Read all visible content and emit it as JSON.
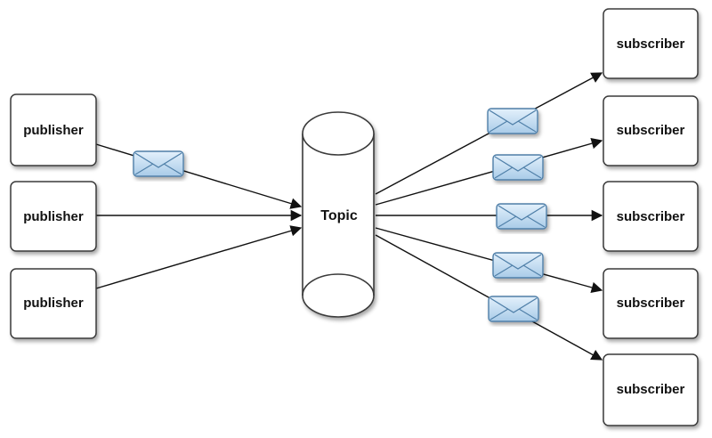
{
  "diagram": {
    "publishers": [
      {
        "label": "publisher"
      },
      {
        "label": "publisher"
      },
      {
        "label": "publisher"
      }
    ],
    "topic": {
      "label": "Topic"
    },
    "subscribers": [
      {
        "label": "subscriber"
      },
      {
        "label": "subscriber"
      },
      {
        "label": "subscriber"
      },
      {
        "label": "subscriber"
      },
      {
        "label": "subscriber"
      }
    ],
    "message_icon": "envelope-icon",
    "colors": {
      "box_stroke": "#3a3a3a",
      "box_fill": "#ffffff",
      "envelope_fill": "#c9e1f5",
      "envelope_stroke": "#4f7fa8",
      "arrow": "#111111"
    }
  }
}
